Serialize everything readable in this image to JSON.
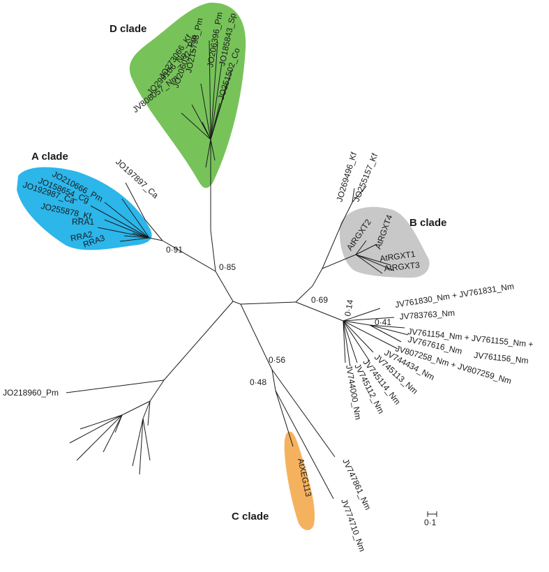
{
  "clades": {
    "a": {
      "title": "A clade",
      "color": "#2cb6ea"
    },
    "b": {
      "title": "B clade",
      "color": "#c8c8c8"
    },
    "c": {
      "title": "C clade",
      "color": "#f5b25e"
    },
    "d": {
      "title": "D clade",
      "color": "#77c35a"
    }
  },
  "taxa": {
    "d": [
      "JO206396_Pm",
      "JO185843_Sp",
      "JO215798_Pm",
      "JO251502_Co",
      "JO206032_Pm",
      "JO273066_Kf",
      "JO299106_Nn",
      "JV808057_Nm"
    ],
    "a": [
      "JO210666_Pm",
      "JO158654_Cg",
      "JO192987_Ca",
      "JO255878_Kf",
      "RRA1",
      "RRA2",
      "RRA3"
    ],
    "a_out": "JO197897_Ca",
    "b_out": [
      "JO269496_Kf",
      "JO255157_Kf"
    ],
    "b": [
      "AtRGXT2",
      "AtRGXT4",
      "AtRGXT1",
      "AtRGXT3"
    ],
    "right": [
      "JV761830_Nm + JV761831_Nm",
      "JV783763_Nm",
      "JV761154_Nm + JV761155_Nm +",
      "JV761156_Nm",
      "JV767616_Nm",
      "JV807258_Nm + JV807259_Nm",
      "JV744434_Nm",
      "JV745113_Nm",
      "JV745114_Nm",
      "JV745112_Nm",
      "JV744000_Nm"
    ],
    "left": "JO218960_Pm",
    "c": "AtXEG113",
    "c_out": [
      "JV747861_Nm",
      "JV774710_Nm"
    ]
  },
  "support": {
    "s091": "0·91",
    "s085": "0·85",
    "s069": "0·69",
    "s014": "0·14",
    "s041": "0·41",
    "s056": "0·56",
    "s048": "0·48"
  },
  "scale_bar": {
    "label": "0·1"
  }
}
